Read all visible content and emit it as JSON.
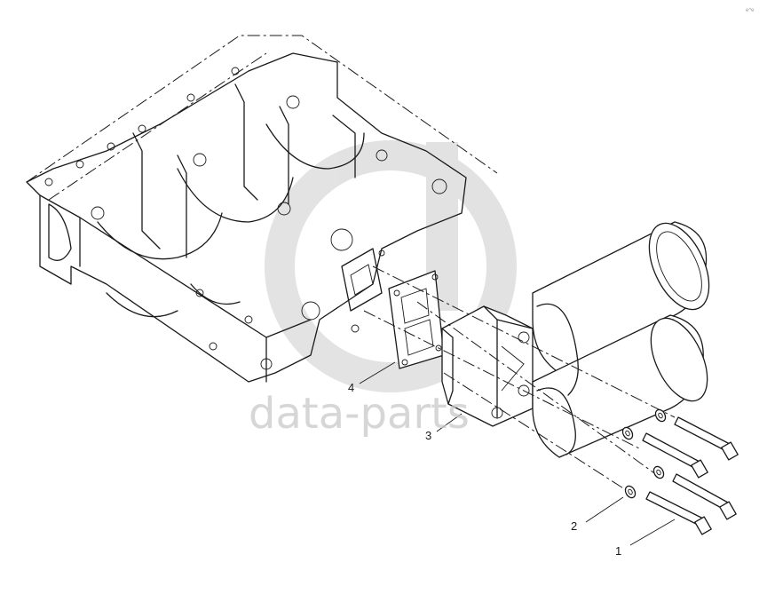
{
  "diagram": {
    "callouts": [
      {
        "id": "bolt",
        "label": "1"
      },
      {
        "id": "washer",
        "label": "2"
      },
      {
        "id": "filter-bracket",
        "label": "3"
      },
      {
        "id": "gasket",
        "label": "4"
      }
    ]
  },
  "watermark": {
    "text": "data-parts",
    "color": "#c9c9c9"
  },
  "corner_mark": "e^e",
  "colors": {
    "line": "#1a1a1a",
    "background": "#ffffff"
  }
}
